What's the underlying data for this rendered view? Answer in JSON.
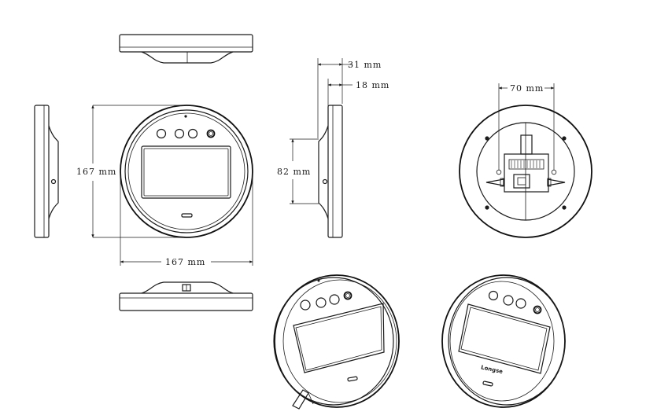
{
  "dimensions": {
    "overall_height": "167 mm",
    "overall_width": "167 mm",
    "depth_total": "31 mm",
    "depth_base": "18 mm",
    "side_height": "82 mm",
    "mount_spacing": "70 mm"
  },
  "brand": "Longse",
  "views": [
    "top-view",
    "front-view",
    "bottom-view",
    "left-side-view",
    "right-side-view",
    "rear-view",
    "perspective-left",
    "perspective-right"
  ]
}
